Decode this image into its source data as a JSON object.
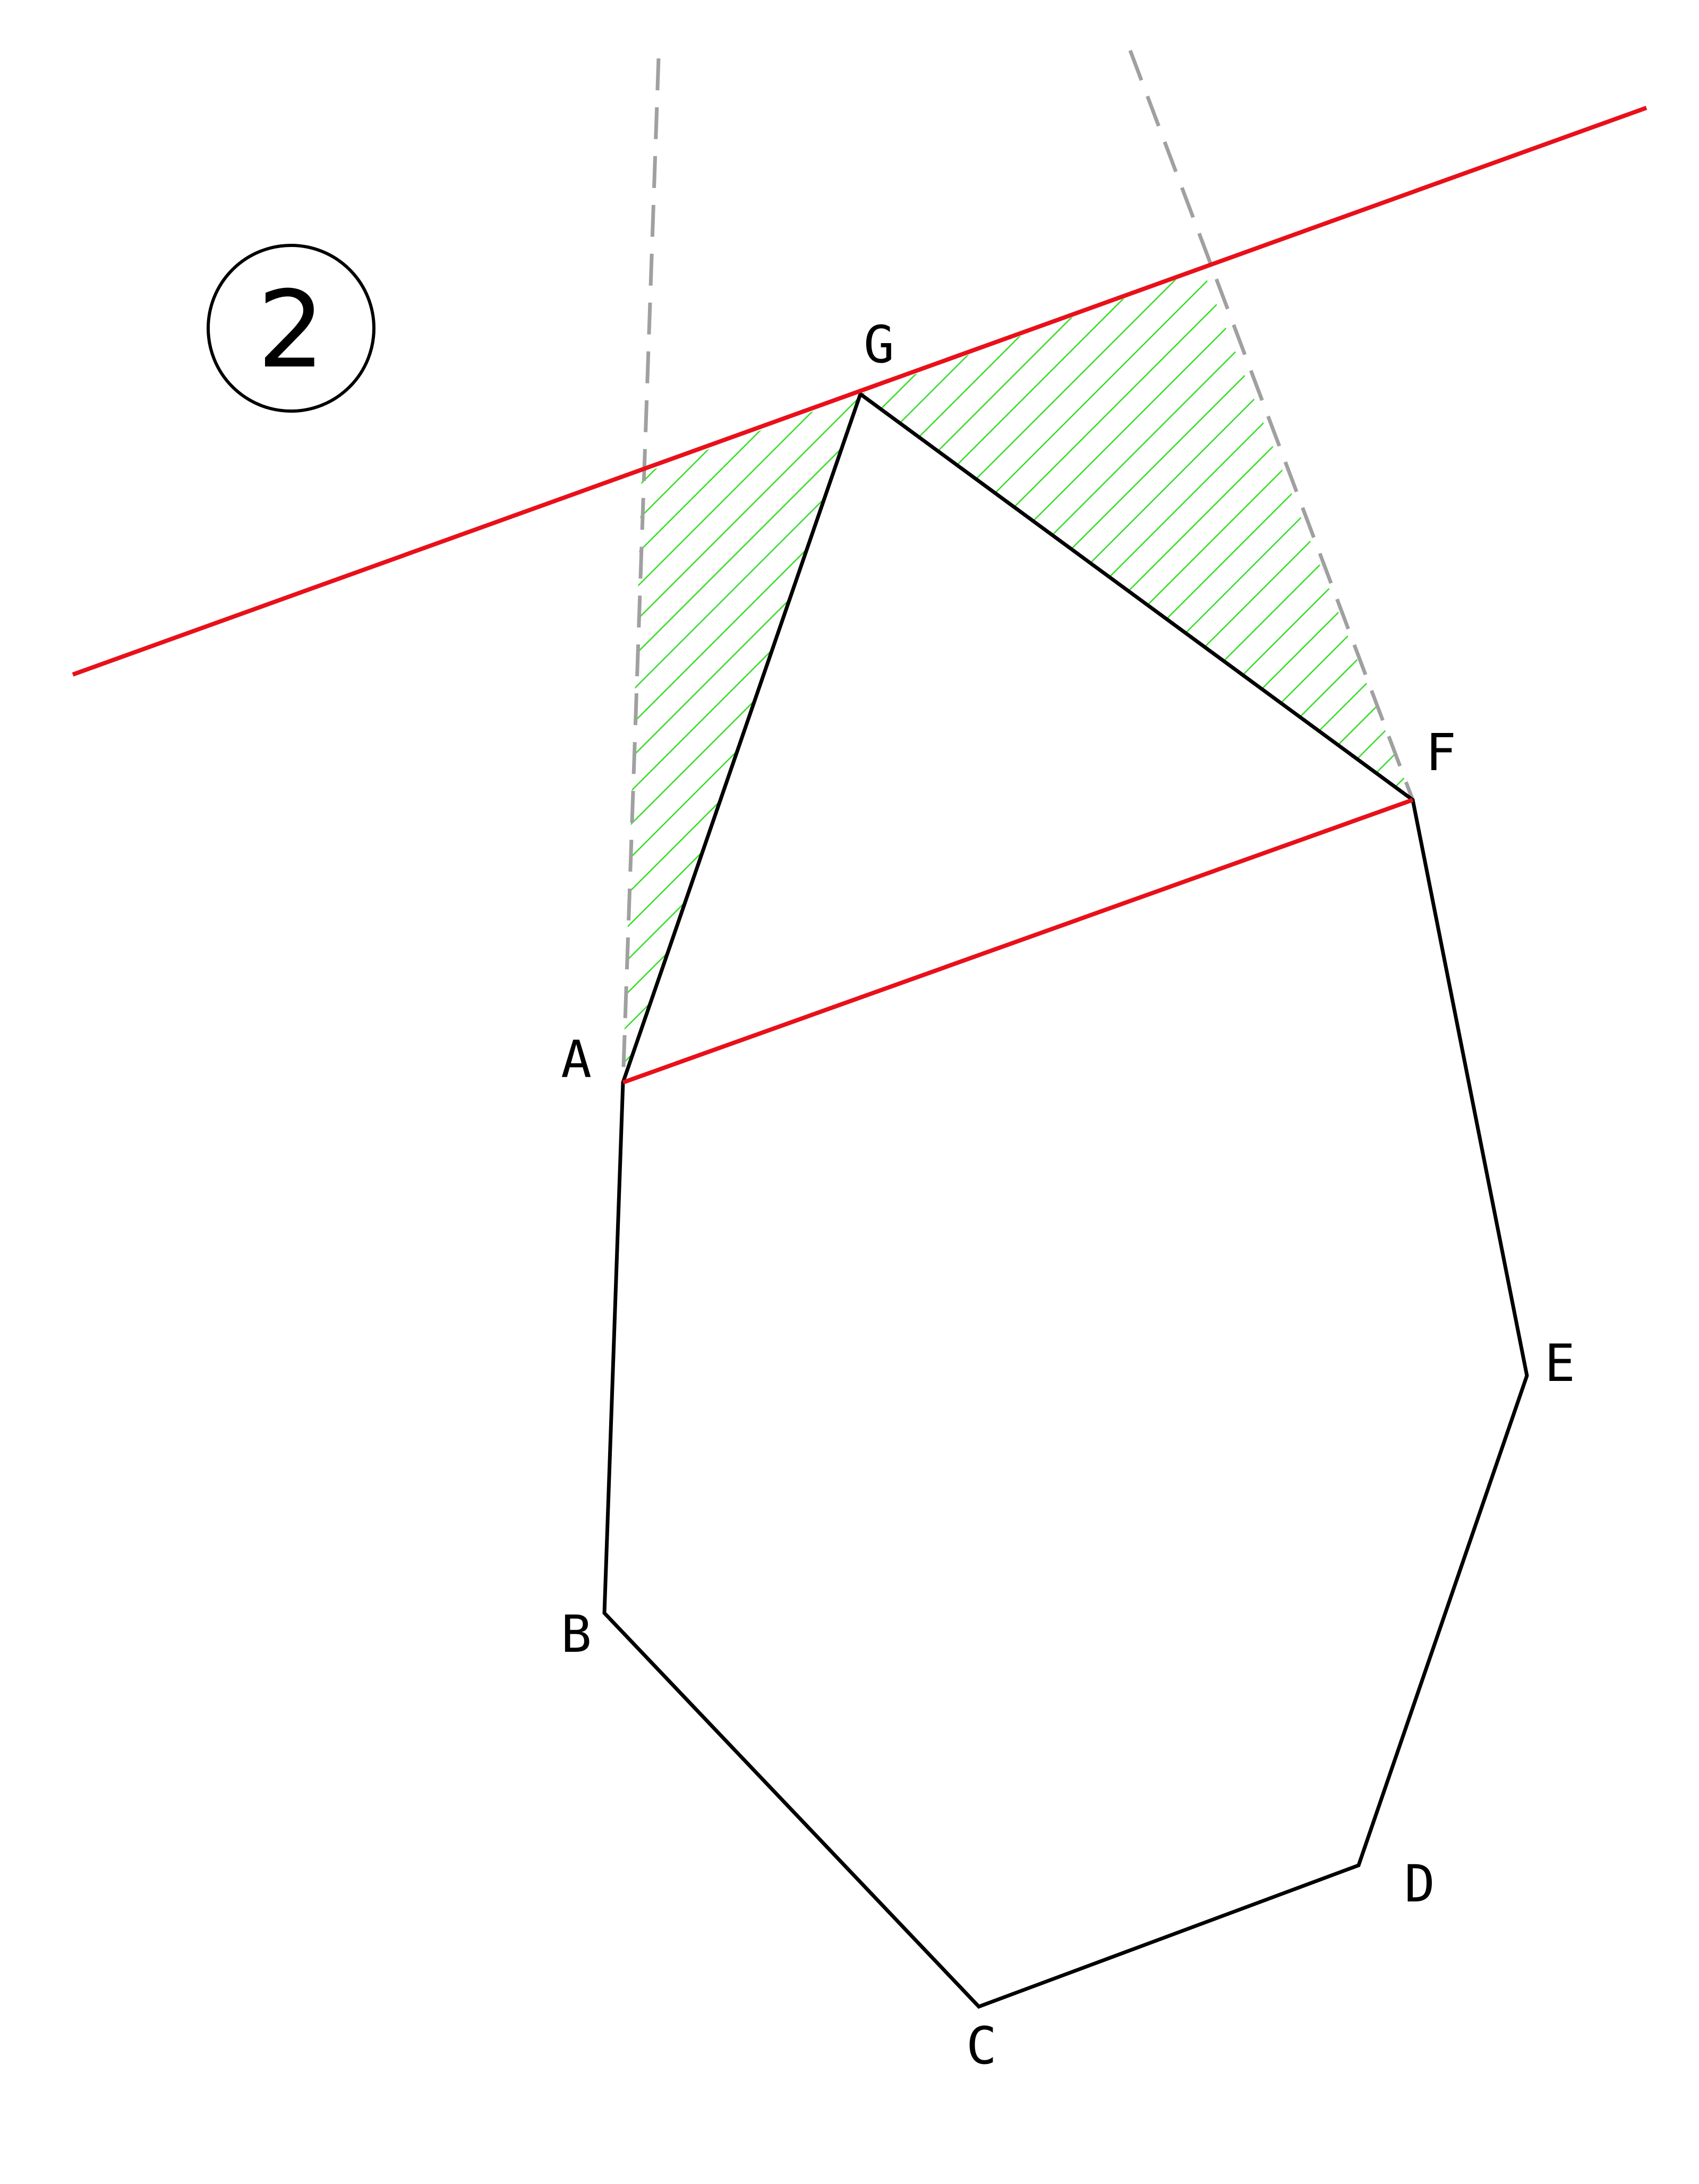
{
  "step": {
    "number": "2"
  },
  "points": {
    "A": "A",
    "B": "B",
    "C": "C",
    "D": "D",
    "E": "E",
    "F": "F",
    "G": "G"
  },
  "colors": {
    "outline": "#000000",
    "construction_line": "#e8101a",
    "guide_dashed": "#a0a0a0",
    "hatch": "#33dd22",
    "background": "#ffffff"
  }
}
